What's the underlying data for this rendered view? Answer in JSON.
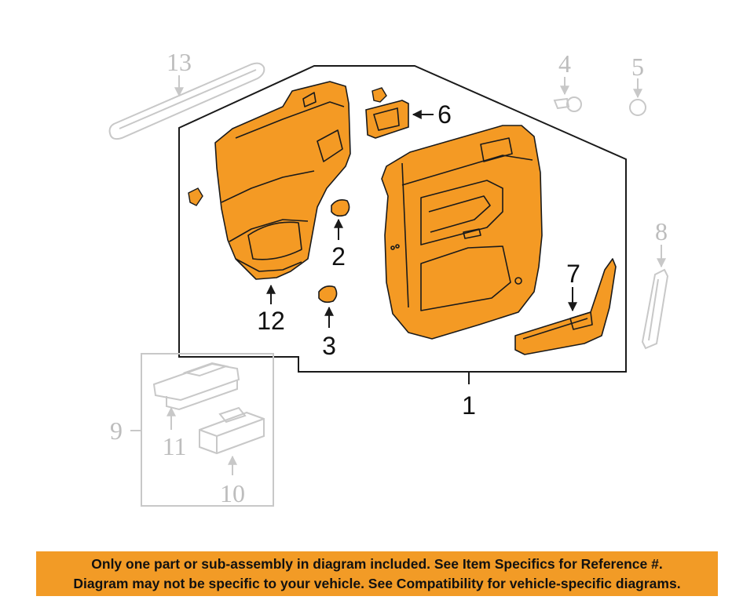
{
  "callouts": {
    "n1": "1",
    "n2": "2",
    "n3": "3",
    "n4": "4",
    "n5": "5",
    "n6": "6",
    "n7": "7",
    "n8": "8",
    "n9": "9",
    "n10": "10",
    "n11": "11",
    "n12": "12",
    "n13": "13"
  },
  "colors": {
    "highlight": "#f49a24",
    "outline": "#1a1a1a",
    "dimmed": "#c8c8c8",
    "banner": "#f29b26"
  },
  "banner": {
    "line1": "Only one part or sub-assembly in diagram included. See Item Specifics for Reference #.",
    "line2": "Diagram may not be specific to your vehicle. See Compatibility for vehicle-specific diagrams."
  }
}
